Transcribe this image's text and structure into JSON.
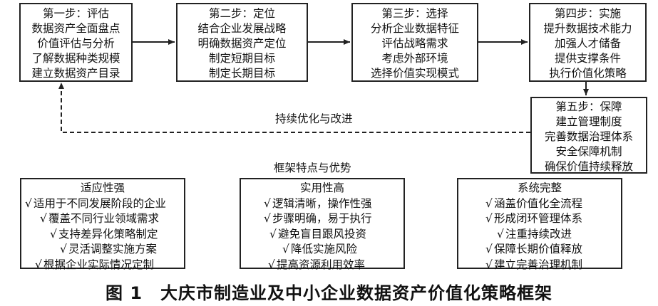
{
  "steps": [
    {
      "title": "第一步：评估",
      "lines": [
        "数据资产全面盘点",
        "价值评估与分析",
        "了解数据种类规模",
        "建立数据资产目录"
      ]
    },
    {
      "title": "第二步：定位",
      "lines": [
        "结合企业发展战略",
        "明确数据资产定位",
        "制定短期目标",
        "制定长期目标"
      ]
    },
    {
      "title": "第三步：选择",
      "lines": [
        "分析企业数据特征",
        "评估战略需求",
        "考虑外部环境",
        "选择价值实现模式"
      ]
    },
    {
      "title": "第四步：实施",
      "lines": [
        "提升数据技术能力",
        "加强人才储备",
        "提供支撑条件",
        "执行价值化策略"
      ]
    },
    {
      "title": "第五步：保障",
      "lines": [
        "建立管理制度",
        "完善数据治理体系",
        "安全保障机制",
        "确保价值持续释放"
      ]
    }
  ],
  "feedback_label": "持续优化与改进",
  "features_heading": "框架特点与优势",
  "check_mark": "√",
  "features": [
    {
      "title": "适应性强",
      "items": [
        "适用于不同发展阶段的企业",
        "覆盖不同行业领域需求",
        "支持差异化策略制定",
        "灵活调整实施方案",
        "根据企业实际情况定制"
      ]
    },
    {
      "title": "实用性高",
      "items": [
        "逻辑清晰，操作性强",
        "步骤明确，易于执行",
        "避免盲目跟风投资",
        "降低实施风险",
        "提高资源利用效率"
      ]
    },
    {
      "title": "系统完整",
      "items": [
        "涵盖价值化全流程",
        "形成闭环管理体系",
        "注重持续改进",
        "保障长期价值释放",
        "建立完善治理机制"
      ]
    }
  ],
  "caption": "图 1　大庆市制造业及中小企业数据资产价值化策略框架"
}
